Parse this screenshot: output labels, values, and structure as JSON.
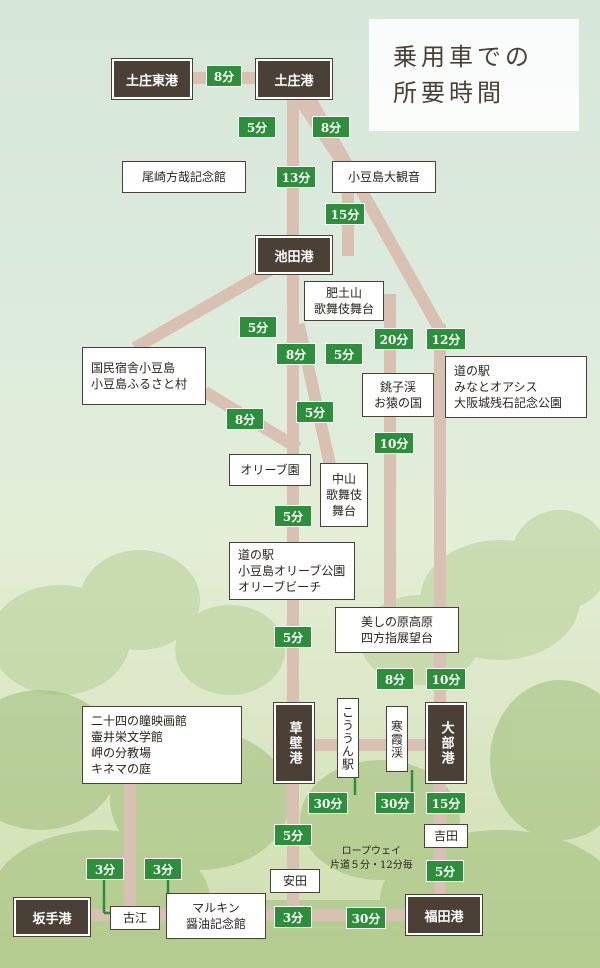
{
  "title": {
    "line1": "乗用車での",
    "line2": "所要時間"
  },
  "ports": {
    "tonosho_higashi": "土庄東港",
    "tonosho": "土庄港",
    "ikeda": "池田港",
    "kusakabe": "草壁港",
    "obe": "大部港",
    "fukuda": "福田港",
    "sakate": "坂手港"
  },
  "places": {
    "ozaki_hosai": "尾崎方哉記念館",
    "shodoshima_daikannon": "小豆島大観音",
    "hiedoyama": "肥土山\n歌舞伎舞台",
    "kokumin_shukusha": "国民宿舎小豆島\n小豆島ふるさと村",
    "choshikei": "銚子渓\nお猿の国",
    "michinoeki_minato": "道の駅\nみなとオアシス\n大阪城残石記念公園",
    "olive_en": "オリーブ園",
    "nakayama": "中山\n歌舞伎\n舞台",
    "michinoeki_olive": "道の駅\n小豆島オリーブ公園\nオリーブビーチ",
    "utsukushi_hara": "美しの原高原\n四方指展望台",
    "nijushi_no_hitomi": "二十四の瞳映画館\n壷井栄文学館\n岬の分教場\nキネマの庭",
    "kounneki": "こううん駅",
    "kankakei": "寒霞渓",
    "yoshida": "吉田",
    "yasuda": "安田",
    "koe": "古江",
    "marukin": "マルキン\n醤油記念館"
  },
  "ropeway_note": "ロープウェイ\n片道５分・12分毎",
  "times": {
    "t_higashi_tonosho": "8分",
    "t_tonosho_ozaki": "5分",
    "t_tonosho_daikannon": "8分",
    "t_ozaki_ikeda": "13分",
    "t_daikannon_ikeda": "15分",
    "t_ikeda_kokumin": "5分",
    "t_ikeda_olive": "8分",
    "t_ikeda_hiedoyama": "5分",
    "t_hiedoyama_choshi": "20分",
    "t_minato": "12分",
    "t_kokumin_olive": "8分",
    "t_hiedoyama_nakayama": "5分",
    "t_choshi_beautiful": "10分",
    "t_olive_michinoeki": "5分",
    "t_michinoeki_kusakabe": "5分",
    "t_beautiful_kankakei": "8分",
    "t_minato_obe": "10分",
    "t_kusakabe_kounn": "30分",
    "t_kankakei_ropeway": "30分",
    "t_obe_yoshida": "15分",
    "t_kusakabe_yasuda": "5分",
    "t_yoshida_fukuda": "5分",
    "t_sakate_koe": "3分",
    "t_koe_marukin": "3分",
    "t_marukin_yasuda": "3分",
    "t_yasuda_fukuda": "30分"
  }
}
